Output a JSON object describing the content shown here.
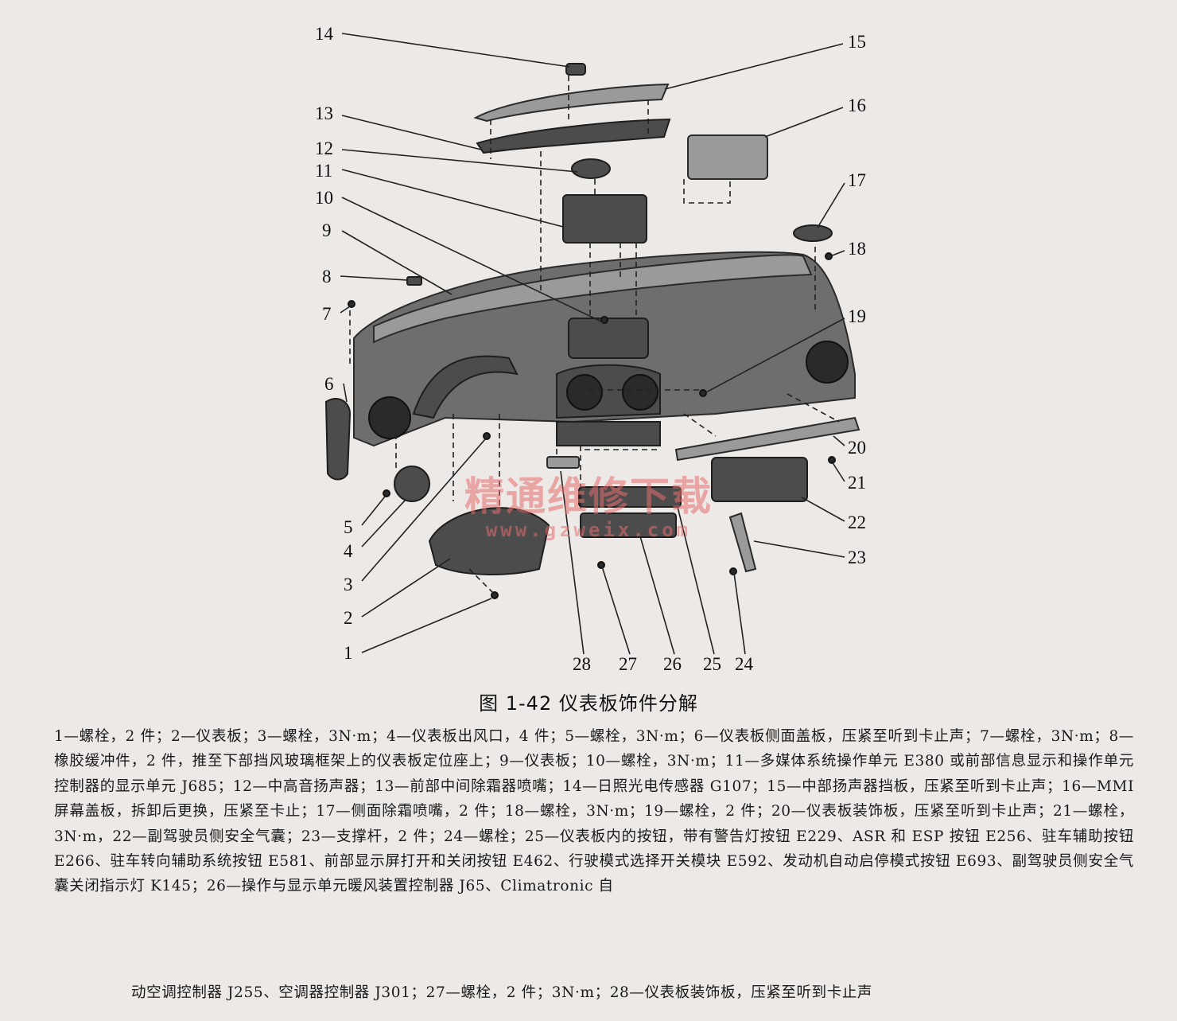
{
  "figure": {
    "callouts": {
      "c1": "1",
      "c2": "2",
      "c3": "3",
      "c4": "4",
      "c5": "5",
      "c6": "6",
      "c7": "7",
      "c8": "8",
      "c9": "9",
      "c10": "10",
      "c11": "11",
      "c12": "12",
      "c13": "13",
      "c14": "14",
      "c15": "15",
      "c16": "16",
      "c17": "17",
      "c18": "18",
      "c19": "19",
      "c20": "20",
      "c21": "21",
      "c22": "22",
      "c23": "23",
      "c24": "24",
      "c25": "25",
      "c26": "26",
      "c27": "27",
      "c28": "28"
    },
    "caption": "图 1-42   仪表板饰件分解"
  },
  "watermark": {
    "text": "精通维修下载",
    "url": "www.gzweix.com"
  },
  "legend": {
    "body": "1—螺栓，2 件；2—仪表板；3—螺栓，3N·m；4—仪表板出风口，4 件；5—螺栓，3N·m；6—仪表板侧面盖板，压紧至听到卡止声；7—螺栓，3N·m；8—橡胶缓冲件，2 件，推至下部挡风玻璃框架上的仪表板定位座上；9—仪表板；10—螺栓，3N·m；11—多媒体系统操作单元 E380 或前部信息显示和操作单元控制器的显示单元 J685；12—中高音扬声器；13—前部中间除霜器喷嘴；14—日照光电传感器 G107；15—中部扬声器挡板，压紧至听到卡止声；16—MMI 屏幕盖板，拆卸后更换，压紧至卡止；17—侧面除霜喷嘴，2 件；18—螺栓，3N·m；19—螺栓，2 件；20—仪表板装饰板，压紧至听到卡止声；21—螺栓，3N·m，22—副驾驶员侧安全气囊；23—支撑杆，2 件；24—螺栓；25—仪表板内的按钮，带有警告灯按钮 E229、ASR 和 ESP 按钮 E256、驻车辅助按钮 E266、驻车转向辅助系统按钮 E581、前部显示屏打开和关闭按钮 E462、行驶模式选择开关模块 E592、发动机自动启停模式按钮 E693、副驾驶员侧安全气囊关闭指示灯 K145；26—操作与显示单元暖风装置控制器 J65、Climatronic 自",
    "last_line": "动空调控制器 J255、空调器控制器 J301；27—螺栓，2 件；3N·m；28—仪表板装饰板，压紧至听到卡止声"
  }
}
